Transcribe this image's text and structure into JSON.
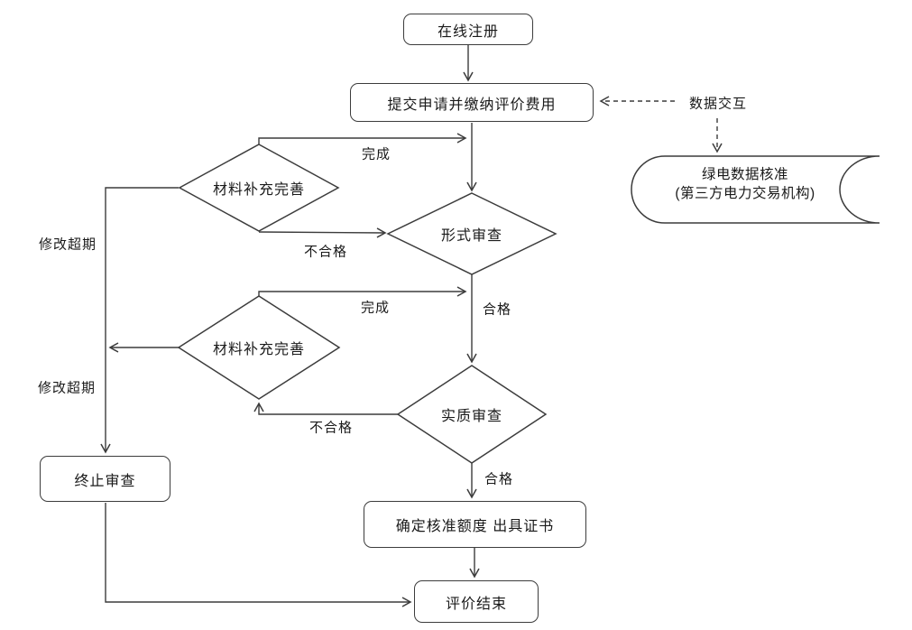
{
  "diagram": {
    "type": "flowchart",
    "language": "zh-CN",
    "colors": {
      "line": "#3c3c3c",
      "text": "#1a1a1a",
      "background": "#ffffff"
    },
    "nodes": {
      "register": {
        "shape": "rounded-rect",
        "label": "在线注册"
      },
      "submit": {
        "shape": "rounded-rect",
        "label": "提交申请并缴纳评价费用"
      },
      "supplement1": {
        "shape": "diamond",
        "label": "材料补充完善"
      },
      "formal_review": {
        "shape": "diamond",
        "label": "形式审查"
      },
      "supplement2": {
        "shape": "diamond",
        "label": "材料补充完善"
      },
      "substantive_review": {
        "shape": "diamond",
        "label": "实质审查"
      },
      "terminate": {
        "shape": "rounded-rect",
        "label": "终止审查"
      },
      "certificate": {
        "shape": "rounded-rect",
        "label": "确定核准额度 出具证书"
      },
      "end": {
        "shape": "rounded-rect",
        "label": "评价结束"
      },
      "green_data": {
        "shape": "stored-data",
        "line1": "绿电数据核准",
        "line2": "(第三方电力交易机构)"
      }
    },
    "edge_labels": {
      "complete1": "完成",
      "fail1": "不合格",
      "overdue1": "修改超期",
      "pass1": "合格",
      "complete2": "完成",
      "fail2": "不合格",
      "overdue2": "修改超期",
      "pass2": "合格",
      "data_exchange": "数据交互"
    },
    "edges": [
      {
        "from": "register",
        "to": "submit",
        "label": ""
      },
      {
        "from": "submit",
        "to": "formal_review",
        "label": ""
      },
      {
        "from": "supplement1",
        "to": "formal_review",
        "label": "完成"
      },
      {
        "from": "supplement1",
        "to": "formal_review",
        "label": "不合格"
      },
      {
        "from": "supplement1",
        "to": "terminate",
        "label": "修改超期"
      },
      {
        "from": "formal_review",
        "to": "substantive_review",
        "label": "合格"
      },
      {
        "from": "supplement2",
        "to": "substantive_review",
        "label": "完成"
      },
      {
        "from": "substantive_review",
        "to": "supplement2",
        "label": "不合格"
      },
      {
        "from": "supplement2",
        "to": "terminate",
        "label": "修改超期"
      },
      {
        "from": "substantive_review",
        "to": "certificate",
        "label": "合格"
      },
      {
        "from": "certificate",
        "to": "end",
        "label": ""
      },
      {
        "from": "terminate",
        "to": "end",
        "label": ""
      },
      {
        "from": "data_exchange",
        "to": "submit",
        "label": "数据交互",
        "style": "dashed"
      },
      {
        "from": "data_exchange",
        "to": "green_data",
        "label": "",
        "style": "dashed"
      }
    ]
  }
}
